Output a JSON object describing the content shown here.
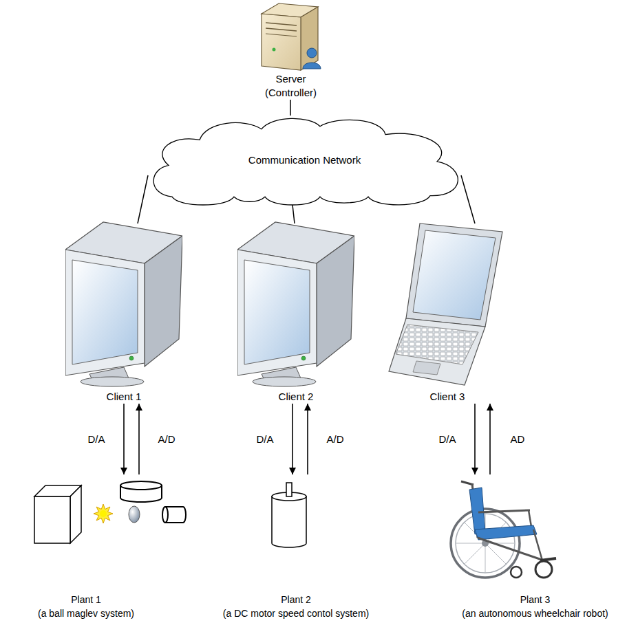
{
  "diagram": {
    "nodes": [
      {
        "text": [
          "Server",
          "(Controller)"
        ]
      },
      {
        "text": [
          "Communication Network"
        ]
      },
      {
        "text": [
          "Client 1"
        ]
      },
      {
        "text": [
          "Client 2"
        ]
      },
      {
        "text": [
          "Client 3"
        ]
      },
      {
        "text": [
          "Plant 1",
          "(a ball maglev system)"
        ]
      },
      {
        "text": [
          "Plant 2",
          "(a DC motor speed contol system)"
        ]
      },
      {
        "text": [
          "Plant 3",
          "(an autonomous wheelchair robot)"
        ]
      }
    ],
    "edges": [
      {
        "from": 0,
        "to": 1,
        "arrow": "none"
      },
      {
        "from": 1,
        "to": 2,
        "arrow": "none"
      },
      {
        "from": 1,
        "to": 3,
        "arrow": "none"
      },
      {
        "from": 1,
        "to": 4,
        "arrow": "none"
      },
      {
        "from": 2,
        "to": 5,
        "label": "D/A",
        "arrow": "to"
      },
      {
        "from": 5,
        "to": 2,
        "label": "A/D",
        "arrow": "to"
      },
      {
        "from": 3,
        "to": 6,
        "label": "D/A",
        "arrow": "to"
      },
      {
        "from": 6,
        "to": 3,
        "label": "A/D",
        "arrow": "to"
      },
      {
        "from": 4,
        "to": 7,
        "label": "D/A",
        "arrow": "to"
      },
      {
        "from": 7,
        "to": 4,
        "label": "AD",
        "arrow": "to"
      }
    ]
  }
}
